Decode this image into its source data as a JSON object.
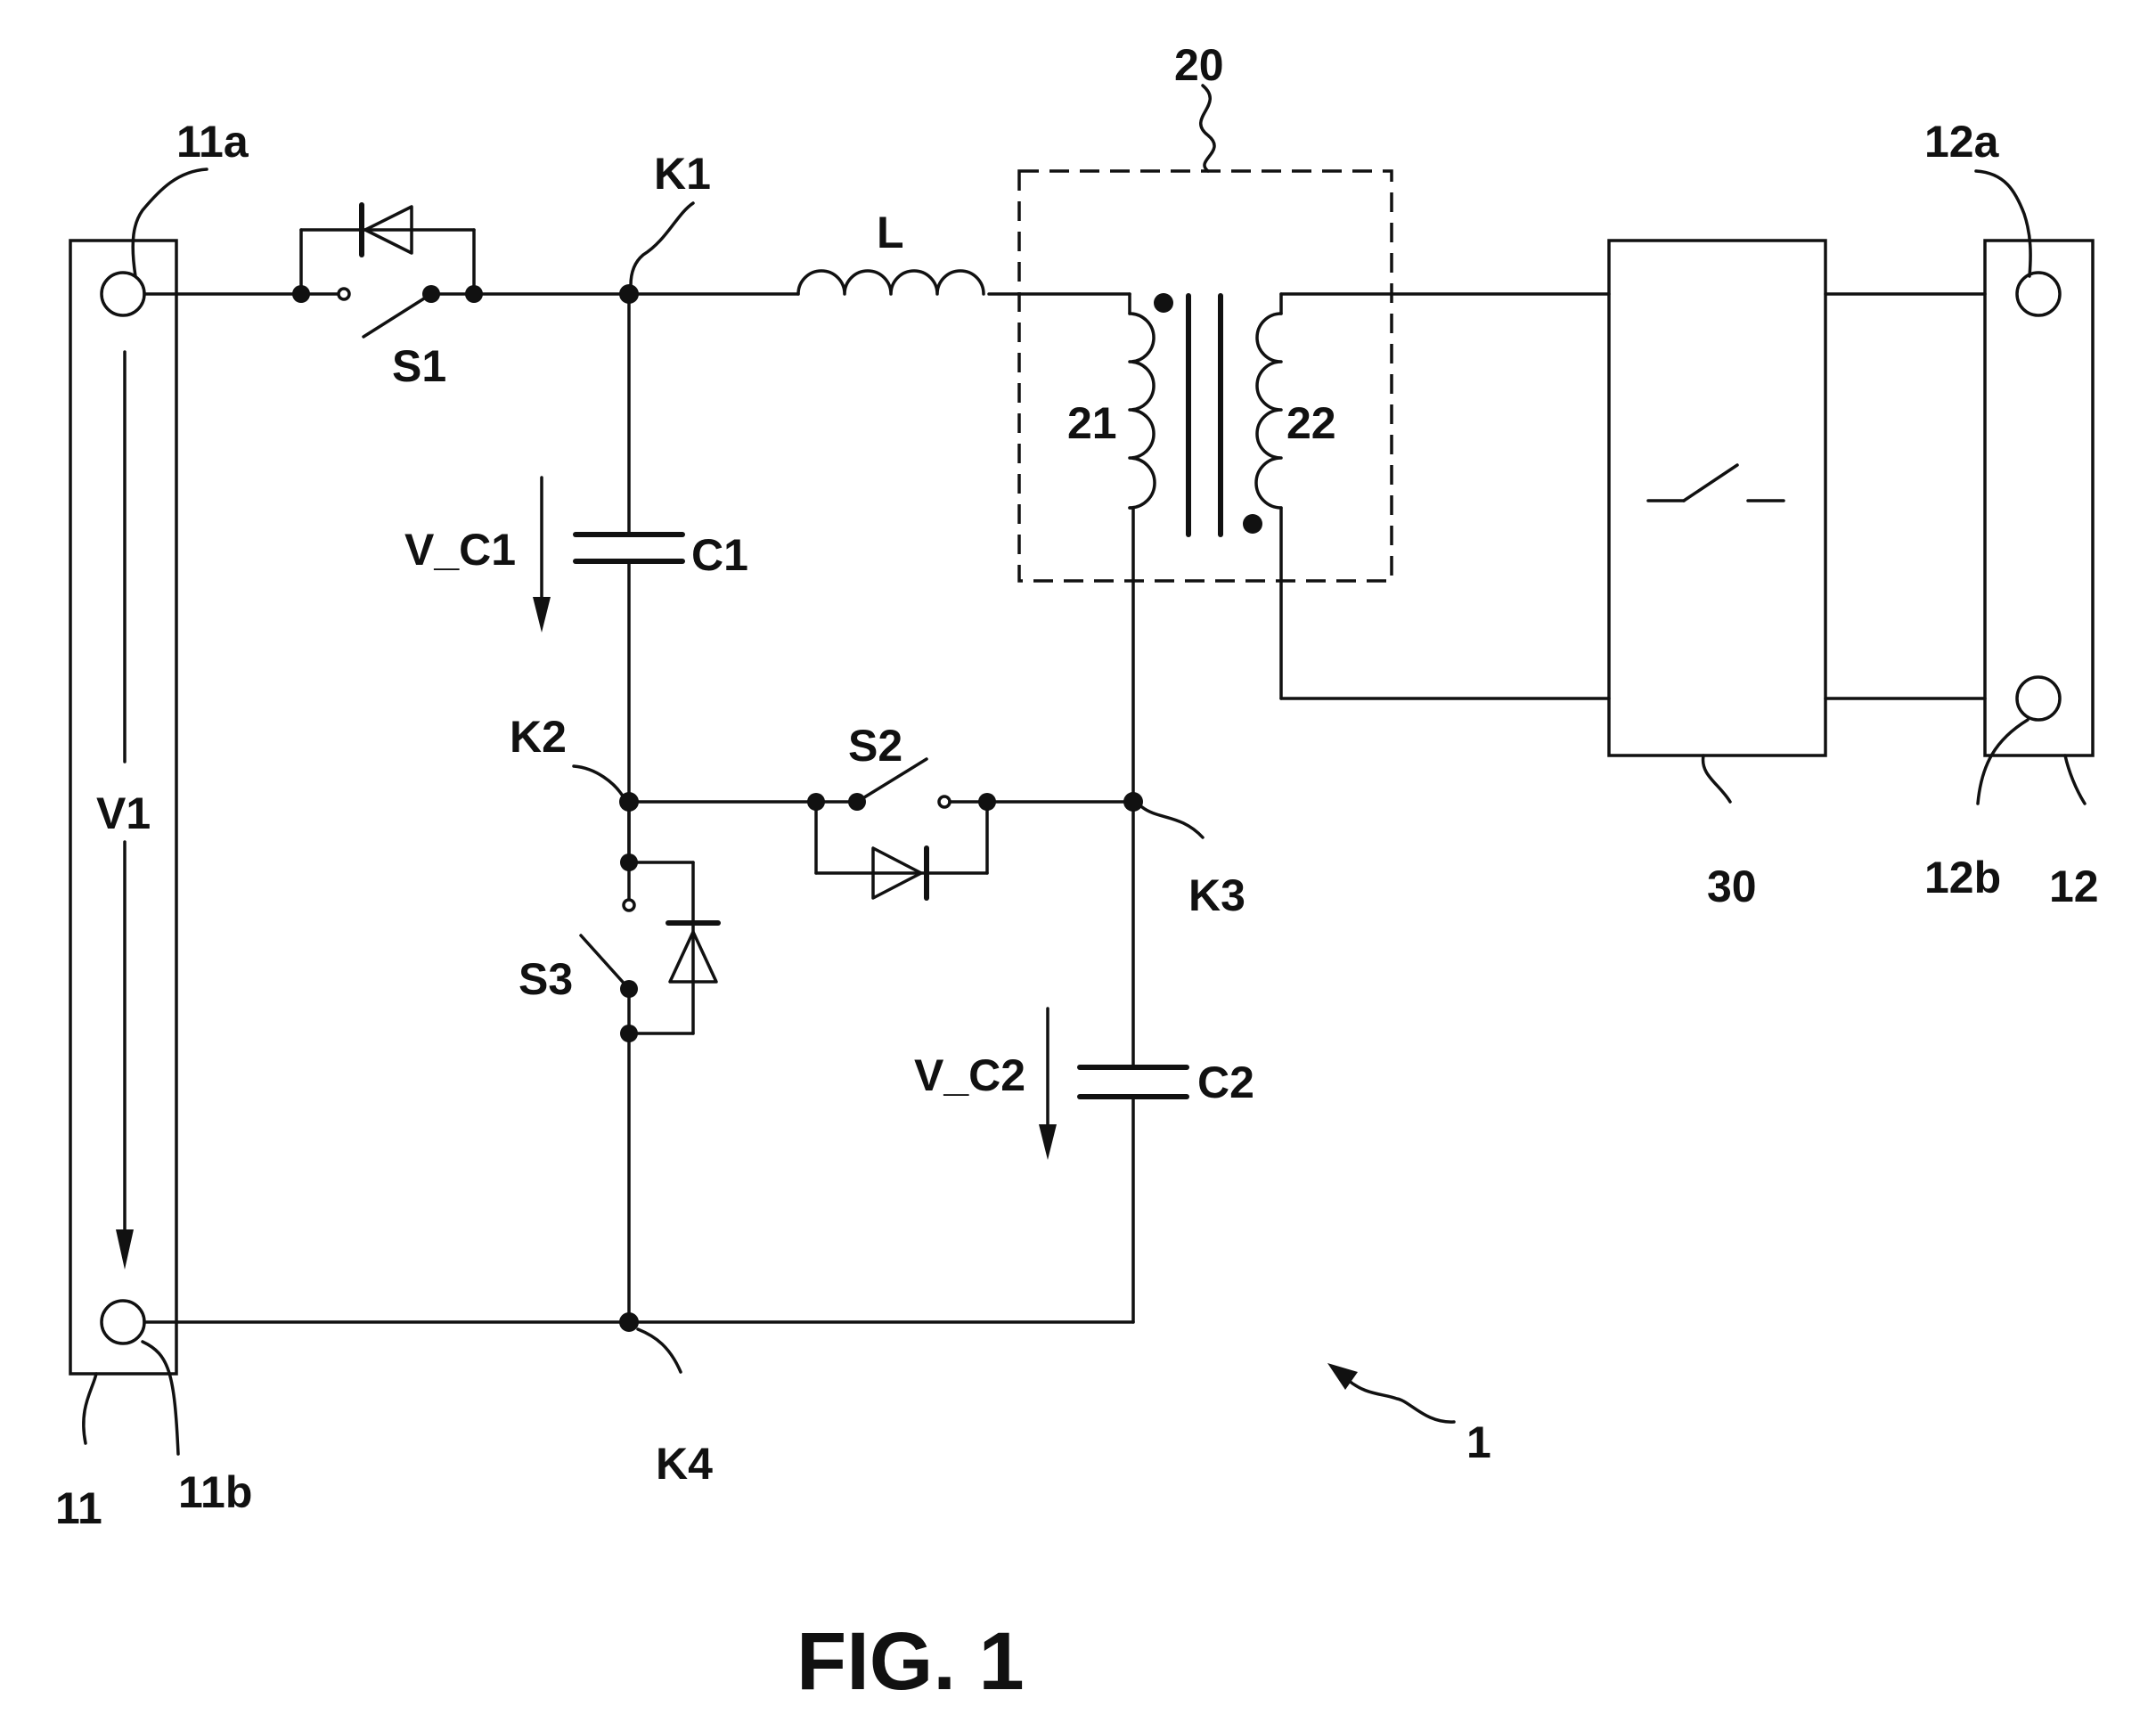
{
  "figure": {
    "caption": "FIG. 1",
    "reference": "1"
  },
  "terminals": {
    "input_block": "11",
    "input_top": "11a",
    "input_bottom": "11b",
    "output_block": "12",
    "output_top": "12a",
    "output_bottom": "12b"
  },
  "nodes": {
    "k1": "K1",
    "k2": "K2",
    "k3": "K3",
    "k4": "K4"
  },
  "components": {
    "switch1": "S1",
    "switch2": "S2",
    "switch3": "S3",
    "inductor": "L",
    "capacitor1": "C1",
    "capacitor2": "C2",
    "transformer": "20",
    "winding1": "21",
    "winding2": "22",
    "converter": "30"
  },
  "voltages": {
    "v1": "V1",
    "vc1": "V_C1",
    "vc2": "V_C2"
  }
}
